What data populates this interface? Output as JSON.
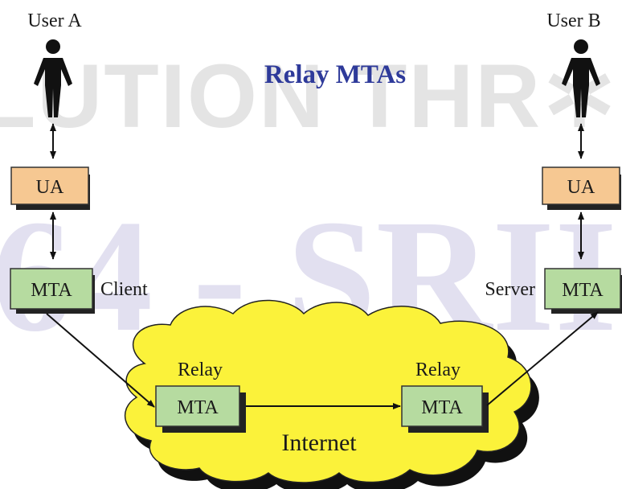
{
  "watermark": {
    "top": "LUTION THR✲UGH TE",
    "bottom": "64 - SRII"
  },
  "title": "Relay MTAs",
  "user_a": {
    "label": "User A",
    "ua": "UA",
    "mta": "MTA",
    "role": "Client"
  },
  "user_b": {
    "label": "User B",
    "ua": "UA",
    "mta": "MTA",
    "role": "Server"
  },
  "internet": {
    "label": "Internet",
    "relay1": {
      "label": "Relay",
      "mta": "MTA"
    },
    "relay2": {
      "label": "Relay",
      "mta": "MTA"
    }
  },
  "colors": {
    "ua_box": "#f6c892",
    "mta_box": "#b6dba0",
    "cloud": "#fbf23a",
    "title": "#2e3a9a"
  }
}
